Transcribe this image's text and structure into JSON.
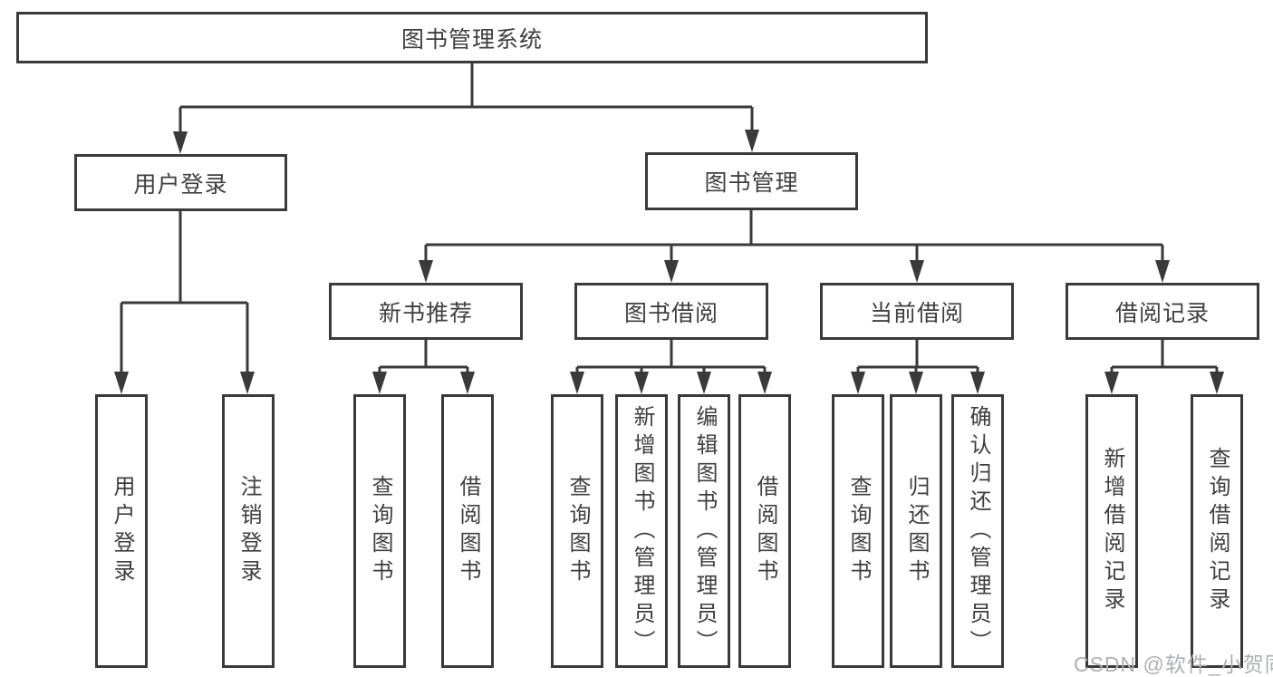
{
  "colors": {
    "background": "#ffffff",
    "line": "#3a3a3a",
    "text": "#3f3f3f",
    "watermark": "#aeb0b6"
  },
  "watermark": "CSDN @软件_小贺同学",
  "diagram": {
    "root": "图书管理系统",
    "branches": [
      {
        "label": "用户登录",
        "leaves": [
          "用户登录",
          "注销登录"
        ]
      },
      {
        "label": "图书管理",
        "children": [
          {
            "label": "新书推荐",
            "leaves": [
              "查询图书",
              "借阅图书"
            ]
          },
          {
            "label": "图书借阅",
            "leaves": [
              "查询图书",
              "新增图书（管理员）",
              "编辑图书（管理员）",
              "借阅图书"
            ]
          },
          {
            "label": "当前借阅",
            "leaves": [
              "查询图书",
              "归还图书",
              "确认归还（管理员）"
            ]
          },
          {
            "label": "借阅记录",
            "leaves": [
              "新增借阅记录",
              "查询借阅记录"
            ]
          }
        ]
      }
    ]
  }
}
